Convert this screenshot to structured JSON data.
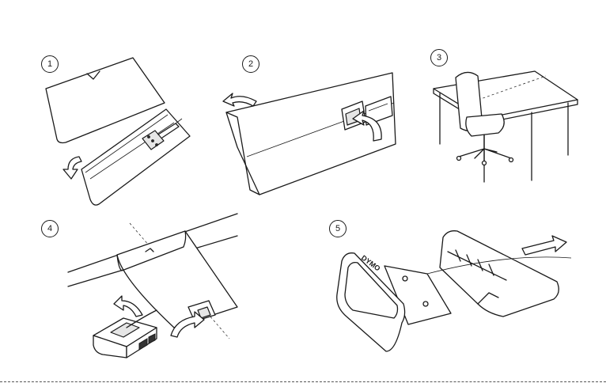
{
  "steps": [
    {
      "number": "1"
    },
    {
      "number": "2"
    },
    {
      "number": "3"
    },
    {
      "number": "4"
    },
    {
      "number": "5"
    }
  ],
  "hub_logo_text": "DYMO",
  "colors": {
    "line": "#1a1a1a",
    "shade": "#e6e6e6",
    "background": "#ffffff"
  }
}
